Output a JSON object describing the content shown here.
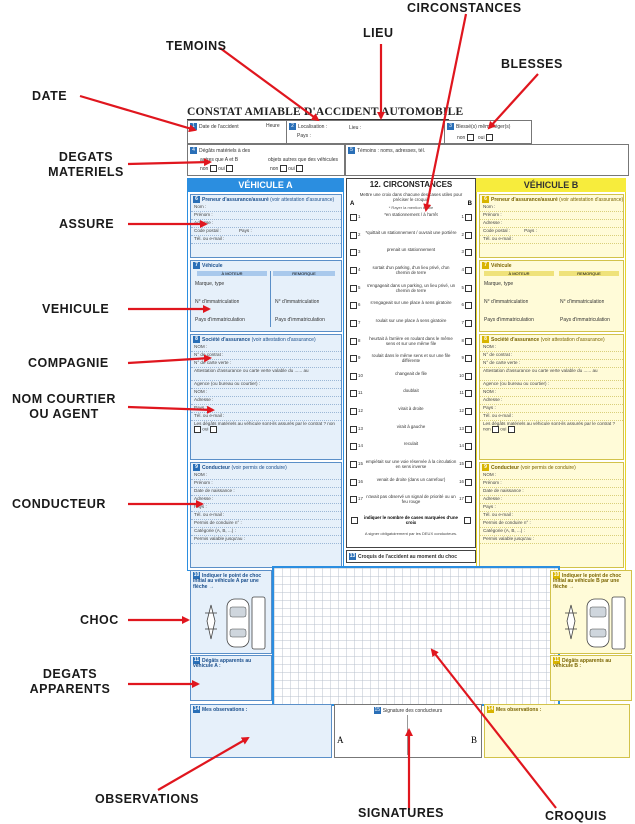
{
  "callouts": {
    "circonstances": "CIRCONSTANCES",
    "lieu": "LIEU",
    "temoins": "TEMOINS",
    "blesses": "BLESSES",
    "date": "DATE",
    "degats_materiels_1": "DEGATS",
    "degats_materiels_2": "MATERIELS",
    "assure": "ASSURE",
    "vehicule": "VEHICULE",
    "compagnie": "COMPAGNIE",
    "nom_courtier_1": "NOM COURTIER",
    "nom_courtier_2": "OU AGENT",
    "conducteur": "CONDUCTEUR",
    "choc": "CHOC",
    "degats_apparents_1": "DEGATS",
    "degats_apparents_2": "APPARENTS",
    "observations": "OBSERVATIONS",
    "signatures": "SIGNATURES",
    "croquis": "CROQUIS"
  },
  "form": {
    "title": "CONSTAT AMIABLE D'ACCIDENT AUTOMOBILE",
    "s1": "Date de l'accident",
    "heure": "Heure",
    "s2": "Localisation :",
    "pays": "Pays :",
    "lieu": "Lieu :",
    "s3": "Blessé(s) même léger(s)",
    "non": "non",
    "oui": "oui",
    "s4": "Dégâts matériels à des",
    "s4a": "autres que A et B",
    "s4b": "objets autres que des véhicules",
    "s5": "Témoins : noms, adresses, tél.",
    "vehA": "VÉHICULE A",
    "vehB": "VÉHICULE B",
    "circ_title": "12. CIRCONSTANCES",
    "circ_sub": "Mettre une croix dans chacune des cases utiles pour préciser le croquis",
    "circ_note": "* Rayer la mention inutile",
    "circ_a": "A",
    "circ_b": "B",
    "circ": [
      "*en stationnement / à l'arrêt",
      "*quittait un stationnement / ouvrait une portière",
      "prenait un stationnement",
      "sortait d'un parking, d'un lieu privé, d'un chemin de terre",
      "s'engageait dans un parking, un lieu privé, un chemin de terre",
      "s'engageait sur une place à sens giratoire",
      "roulait sur une place à sens giratoire",
      "heurtait à l'arrière en roulant dans le même sens et sur une même file",
      "roulait dans le même sens et sur une file différente",
      "changeait de file",
      "doublait",
      "virait à droite",
      "virait à gauche",
      "reculait",
      "empiétait sur une voie réservée à la circulation en sens inverse",
      "venait de droite (dans un carrefour)",
      "n'avait pas observé un signal de priorité ou un feu rouge"
    ],
    "circ_total": "indiquer le nombre de cases marquées d'une croix",
    "sig_note": "A signer obligatoirement par les DEUX conducteurs.",
    "s13": "Croquis de l'accident au moment du choc",
    "s6": "Preneur d'assurance/assuré",
    "s6n": "(voir attestation d'assurance)",
    "nom": "Nom :",
    "prenom": "Prénom :",
    "adresse": "Adresse :",
    "code_postal": "Code postal :",
    "pays2": "Pays :",
    "tel": "Tél. ou e-mail :",
    "s7": "Véhicule",
    "moteur": "À MOTEUR",
    "remorque": "REMORQUE",
    "marque": "Marque, type",
    "immat": "N° d'immatriculation",
    "pays_immat": "Pays d'immatriculation",
    "s8": "Société d'assurance",
    "s8n": "(voir attestation d'assurance)",
    "nom8": "NOM :",
    "contrat": "N° de contrat :",
    "carte_verte": "N° de carte verte :",
    "attestation": "Attestation d'assurance ou carte verte valable",
    "du": "du",
    "au": "au",
    "agence": "Agence (ou bureau ou courtier) :",
    "degats_assures": "Les dégâts matériels au véhicule sont-ils assurés par le contrat ?",
    "s9": "Conducteur",
    "s9n": "(voir permis de conduire)",
    "naissance": "Date de naissance :",
    "permis": "Permis de conduire n° :",
    "categorie": "Catégorie (A, B, ...) :",
    "valable": "Permis valable jusqu'au :",
    "s10": "Indiquer le point de choc initial au véhicule A par une flèche →",
    "s10b": "Indiquer le point de choc initial au véhicule B par une flèche →",
    "s11": "Dégâts apparents au véhicule A :",
    "s11b": "Dégâts apparents au véhicule B :",
    "s14": "Mes observations :",
    "s15": "Signature des conducteurs",
    "sig_a": "A",
    "sig_b": "B"
  }
}
